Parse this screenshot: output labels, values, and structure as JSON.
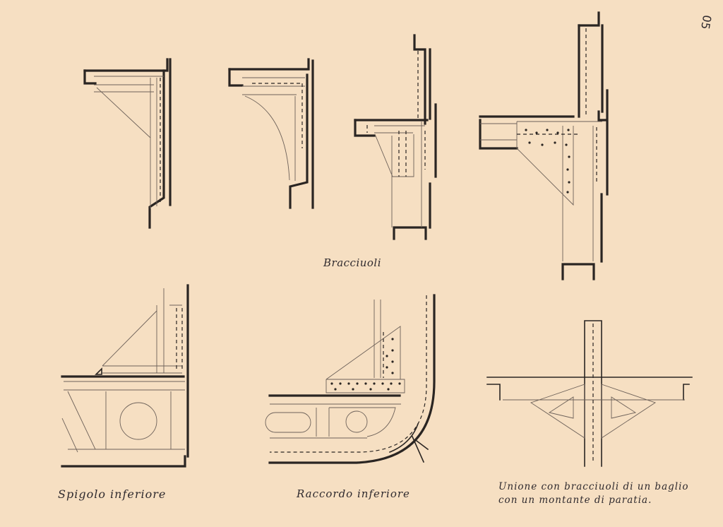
{
  "page": {
    "number": "05"
  },
  "labels": {
    "bracciuoli": "Bracciuoli",
    "spigolo": "Spigolo inferiore",
    "raccordo": "Raccordo inferiore",
    "unione_line1": "Unione con bracciuoli di un baglio",
    "unione_line2": "con un montante di paratia."
  },
  "colors": {
    "paper": "#f6dfc2",
    "ink": "#2a2522",
    "pencil": "#6e625a"
  }
}
